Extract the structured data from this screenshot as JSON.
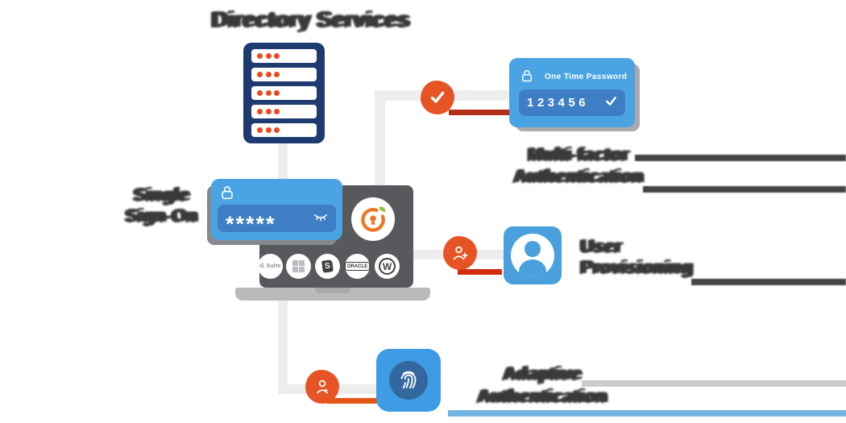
{
  "title": "Directory Services",
  "features": {
    "single_sign_on": {
      "line1": "Single",
      "line2": "Sign-On"
    },
    "multi_factor_authentication": {
      "line1": "Multi-factor",
      "line2": "Authentication"
    },
    "user_provisioning": {
      "line1": "User",
      "line2": "Provisioning"
    },
    "adaptive_authentication": {
      "line1": "Adaptive",
      "line2": "Authentication"
    }
  },
  "otp_card": {
    "title": "One Time Password",
    "code": "123456"
  },
  "password_card": {
    "masked_password": "*****"
  },
  "apps": [
    {
      "name": "gsuite",
      "label": "G Suite"
    },
    {
      "name": "microsoft",
      "label": "Microsoft"
    },
    {
      "name": "shopify",
      "label": "S"
    },
    {
      "name": "oracle",
      "label": "ORACLE"
    },
    {
      "name": "wordpress",
      "label": "W"
    }
  ],
  "icons": {
    "server": "directory-server-icon",
    "lock": "lock-icon",
    "eye": "eye-closed-icon",
    "check": "check-icon",
    "user_plus": "user-plus-icon",
    "user_star": "user-star-icon",
    "fingerprint": "fingerprint-icon",
    "logo": "miniorange-logo-icon",
    "person": "user-avatar-icon"
  },
  "colors": {
    "card_blue": "#4AA3E3",
    "field_blue": "#3D7EC4",
    "tile_blue": "#4AA0DD",
    "fingerprint_blue": "#33689E",
    "badge_orange": "#E65426",
    "accent_red": "#B23018",
    "accent_red_bright": "#D22B10",
    "accent_orange": "#E35717",
    "server_navy": "#1E3A70",
    "led_orange": "#E84C1E",
    "screen_gray": "#58595C",
    "logo_orange": "#EE7623",
    "leaf_green": "#8DC63F",
    "bottom_bar_blue": "#74B6E2"
  }
}
